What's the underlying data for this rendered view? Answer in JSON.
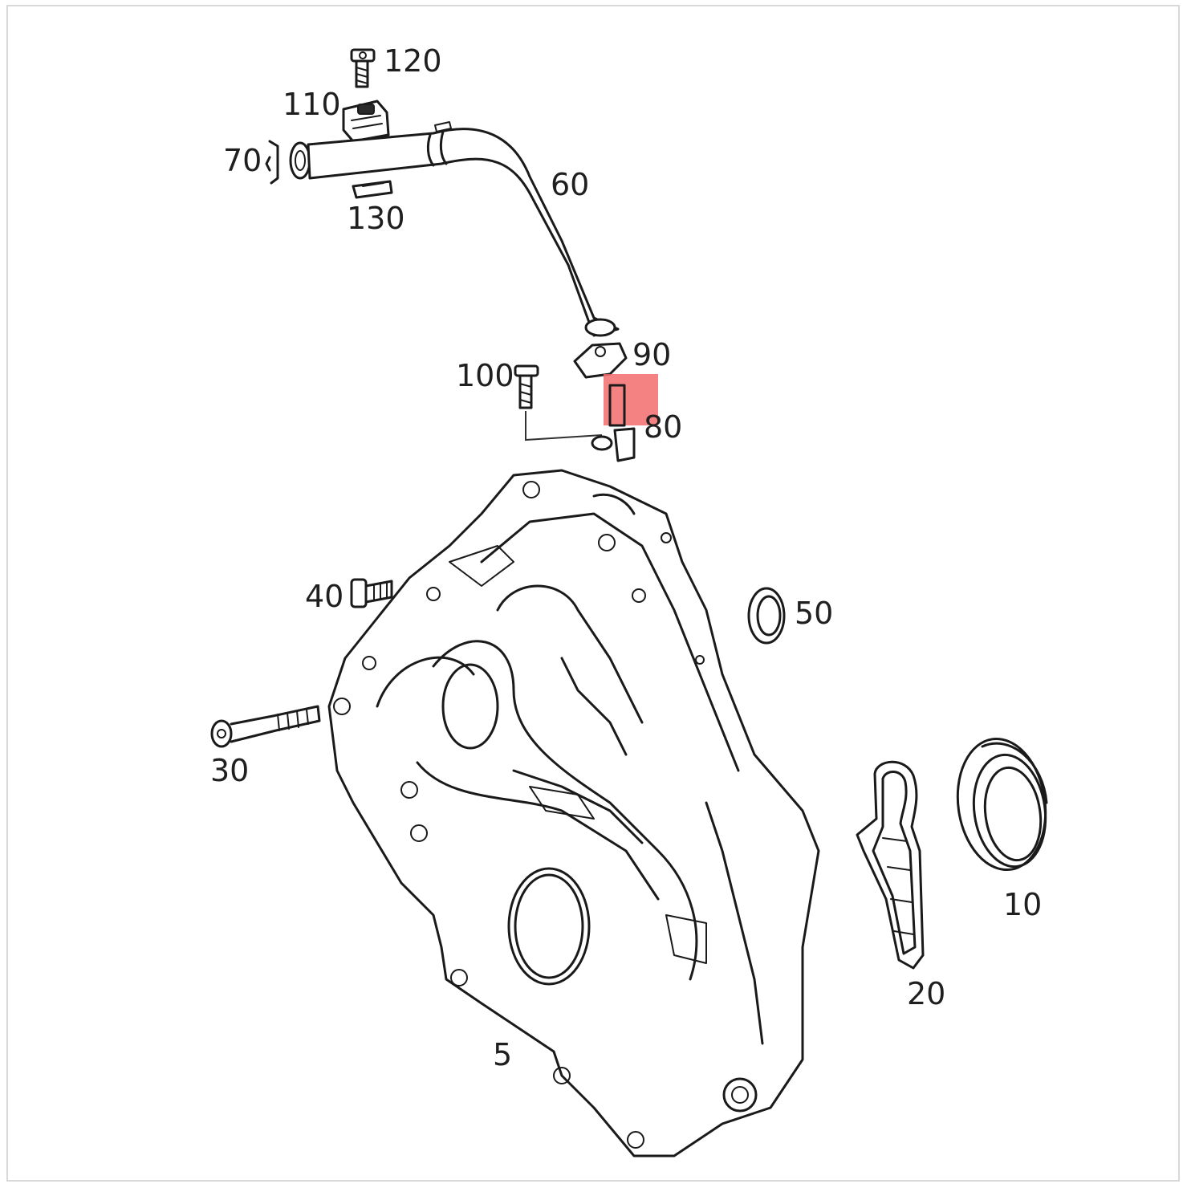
{
  "diagram": {
    "callouts": [
      {
        "id": "120",
        "label": "120"
      },
      {
        "id": "110",
        "label": "110"
      },
      {
        "id": "70",
        "label": "70"
      },
      {
        "id": "130",
        "label": "130"
      },
      {
        "id": "60",
        "label": "60"
      },
      {
        "id": "90",
        "label": "90"
      },
      {
        "id": "100",
        "label": "100"
      },
      {
        "id": "80",
        "label": "80"
      },
      {
        "id": "40",
        "label": "40"
      },
      {
        "id": "50",
        "label": "50"
      },
      {
        "id": "30",
        "label": "30"
      },
      {
        "id": "10",
        "label": "10"
      },
      {
        "id": "20",
        "label": "20"
      },
      {
        "id": "5",
        "label": "5"
      }
    ],
    "highlight": {
      "part": "80",
      "color": "#f26c6c"
    }
  }
}
